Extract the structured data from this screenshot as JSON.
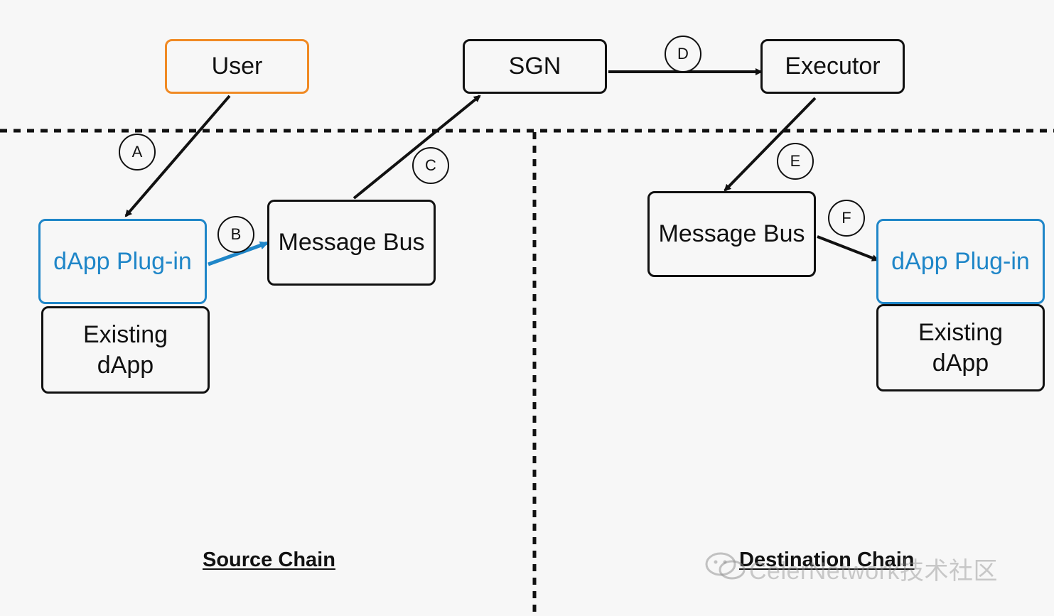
{
  "nodes": {
    "user": "User",
    "sgn": "SGN",
    "executor": "Executor",
    "src_plugin": "dApp Plug-in",
    "src_bus": "Message Bus",
    "src_existing": "Existing\ndApp",
    "dst_bus": "Message Bus",
    "dst_plugin": "dApp Plug-in",
    "dst_existing": "Existing\ndApp"
  },
  "steps": {
    "a": "A",
    "b": "B",
    "c": "C",
    "d": "D",
    "e": "E",
    "f": "F"
  },
  "regions": {
    "source": "Source Chain",
    "destination": "Destination Chain"
  },
  "watermark": "CelerNetwork技术社区",
  "colors": {
    "user_border": "#f08a24",
    "plugin_border": "#1f86c8",
    "line": "#111111"
  }
}
